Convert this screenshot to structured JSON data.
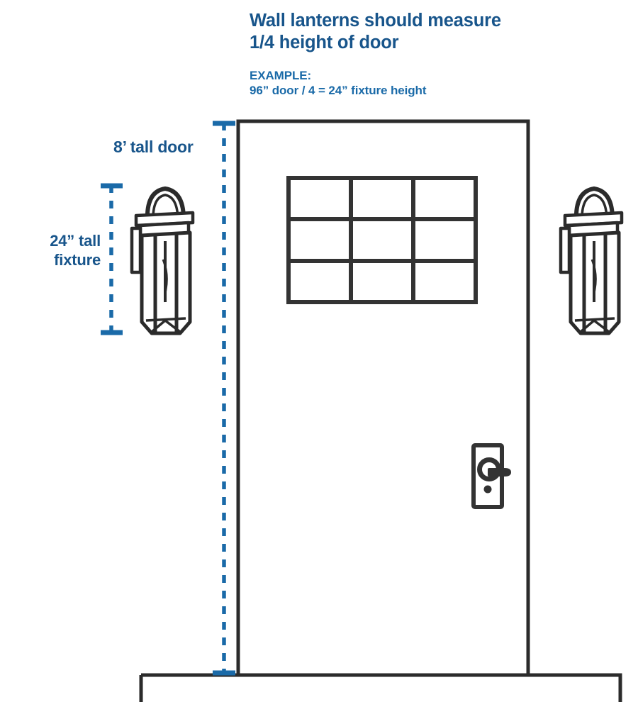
{
  "diagram": {
    "title": "Wall lantern sizing guide",
    "heading": "Wall lanterns should measure\n1/4 height of door",
    "example_label": "EXAMPLE:",
    "example_calc": "96” door / 4 = 24” fixture height",
    "door_label": "8’ tall door",
    "fixture_label": "24”\ntall fixture",
    "colors": {
      "accent_blue": "#18558b",
      "example_blue": "#1a6aa8",
      "line_black": "#2b2b2b",
      "background": "#ffffff"
    },
    "measurements": {
      "door_height": "8'",
      "door_height_inches": "96”",
      "fixture_height": "24”",
      "ratio": "1/4"
    },
    "elements": {
      "door_window_grid": "3x3",
      "left_lantern": "wall-lantern",
      "right_lantern": "wall-lantern",
      "door_handle": "lever-handle-with-keyhole",
      "threshold": "step"
    }
  }
}
